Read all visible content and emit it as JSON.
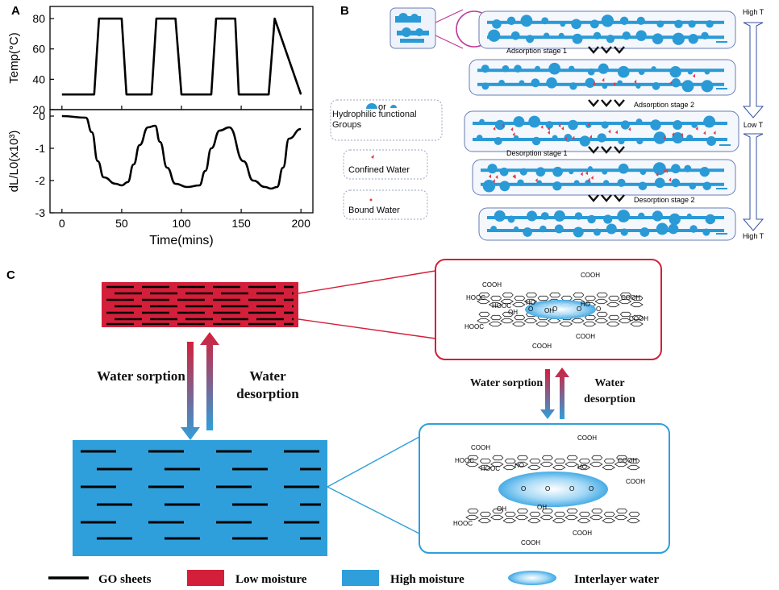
{
  "panels": {
    "a": "A",
    "b": "B",
    "c": "C"
  },
  "panel_a": {
    "top_ylabel": "Temp(°C)",
    "bottom_ylabel": "dL/L0(x10³)",
    "xlabel": "Time(mins)",
    "top_yticks": [
      "80",
      "60",
      "40",
      "20"
    ],
    "bottom_yticks": [
      "0",
      "-1",
      "-2",
      "-3"
    ],
    "xticks": [
      "0",
      "50",
      "100",
      "150",
      "200"
    ]
  },
  "chart_data": [
    {
      "type": "line",
      "ylabel": "Temp(°C)",
      "xlabel": "Time(mins)",
      "xlim": [
        -10,
        210
      ],
      "ylim": [
        20,
        88
      ],
      "series": [
        {
          "x": [
            0,
            27,
            31,
            50,
            54,
            75,
            79,
            95,
            100,
            125,
            129,
            145,
            148,
            173,
            178,
            200
          ],
          "y": [
            30,
            30,
            80,
            80,
            30,
            30,
            80,
            80,
            30,
            30,
            80,
            80,
            30,
            30,
            80,
            30
          ]
        }
      ]
    },
    {
      "type": "line",
      "ylabel": "dL/L0(x10³)",
      "xlabel": "Time(mins)",
      "xlim": [
        -10,
        210
      ],
      "ylim": [
        -3,
        0.2
      ],
      "series": [
        {
          "x": [
            0,
            20,
            25,
            30,
            35,
            45,
            50,
            55,
            60,
            65,
            72,
            78,
            82,
            88,
            95,
            105,
            115,
            120,
            125,
            132,
            140,
            152,
            160,
            170,
            175,
            180,
            185,
            190,
            200
          ],
          "y": [
            0,
            -0.05,
            -0.5,
            -1.4,
            -1.9,
            -2.1,
            -2.15,
            -2.05,
            -1.5,
            -0.9,
            -0.35,
            -0.3,
            -0.8,
            -1.6,
            -2.1,
            -2.2,
            -2.15,
            -1.7,
            -1.0,
            -0.45,
            -0.35,
            -1.4,
            -2.0,
            -2.2,
            -2.25,
            -2.2,
            -1.6,
            -0.7,
            -0.4
          ]
        }
      ]
    }
  ],
  "panel_b": {
    "high_t_top": "High T",
    "low_t": "Low T",
    "high_t_bottom": "High T",
    "stages": [
      "Adsorption stage 1",
      "Adsorption stage 2",
      "Desorption stage 1",
      "Desorption stage 2"
    ],
    "legend_or": "or",
    "legend_hydrophilic": "Hydrophilic functional Groups",
    "legend_confined": "Confined Water",
    "legend_bound": "Bound Water"
  },
  "panel_c": {
    "water_sorption_left": "Water sorption",
    "water_desorption_left": "Water desorption",
    "water_sorption_right": "Water sorption",
    "water_desorption_right": "Water desorption",
    "cooh": "COOH",
    "hooc": "HOOC",
    "ho": "HO",
    "oh": "OH",
    "o": "O"
  },
  "legend": {
    "go_sheets": "GO sheets",
    "low_moisture": "Low moisture",
    "high_moisture": "High moisture",
    "interlayer_water": "Interlayer water"
  },
  "colors": {
    "low_moisture": "#d41f3a",
    "high_moisture": "#2f9fdb",
    "line": "#000000",
    "panel_b_blue": "#2a9ad6",
    "arrow_blue": "#3550a6",
    "confined_red": "#e23a4a"
  }
}
